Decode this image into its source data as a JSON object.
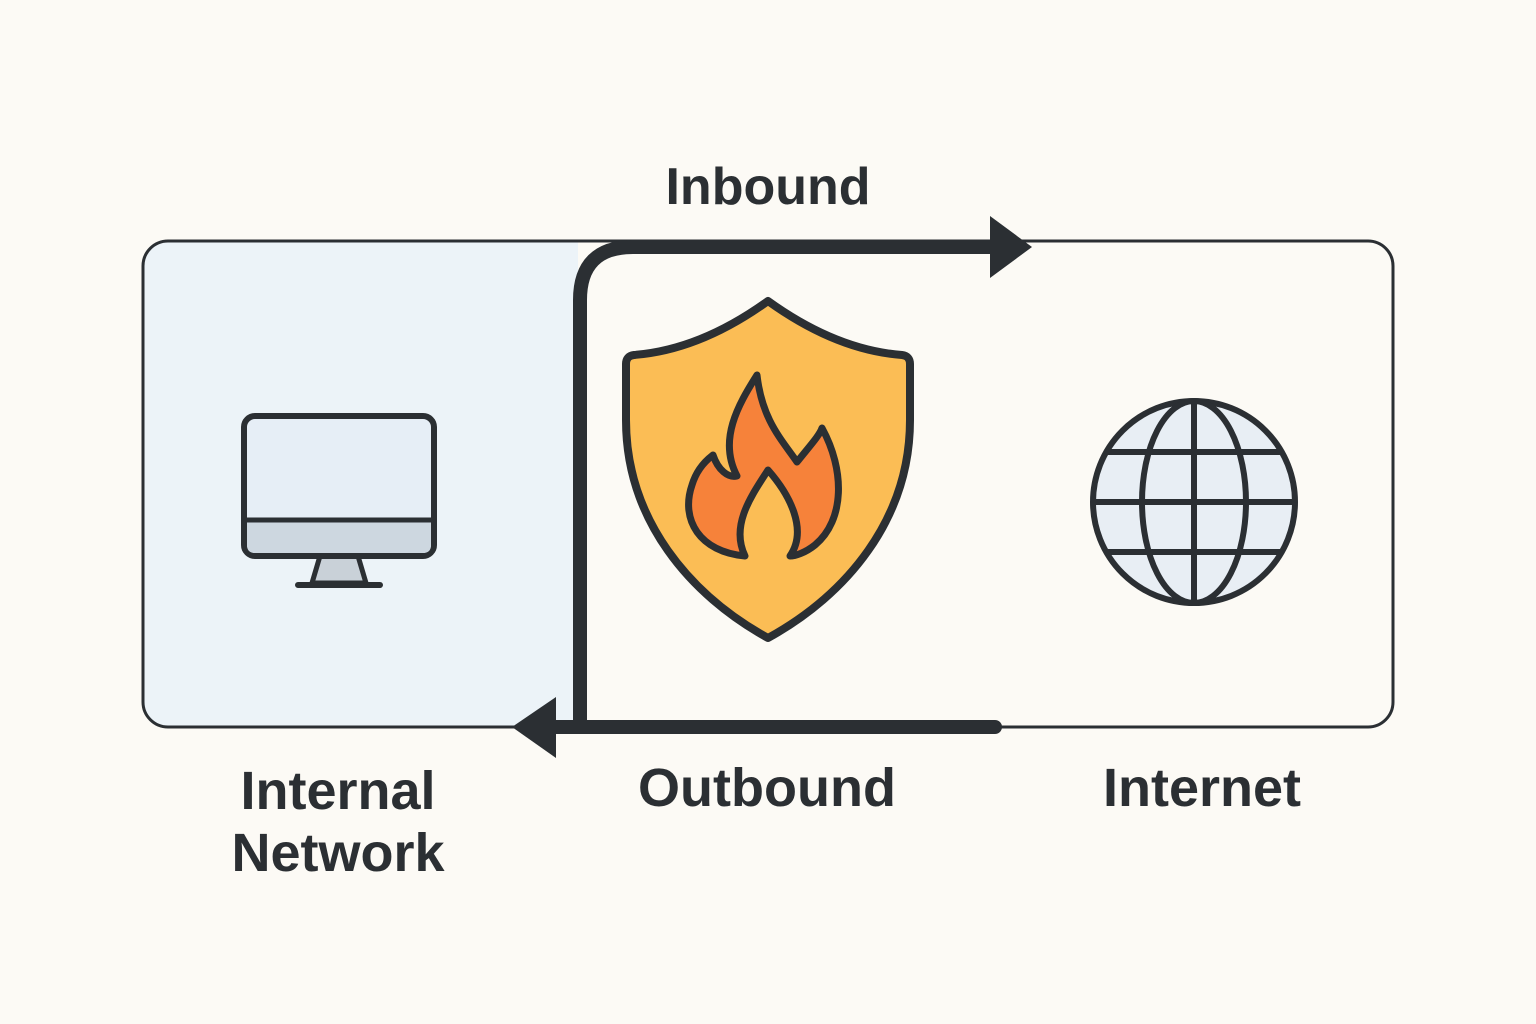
{
  "labels": {
    "inbound": "Inbound",
    "outbound": "Outbound",
    "internal_network_line1": "Internal",
    "internal_network_line2": "Network",
    "internet": "Internet"
  },
  "nodes": [
    {
      "id": "internal-network",
      "icon": "monitor-icon"
    },
    {
      "id": "firewall",
      "icon": "shield-flame-icon"
    },
    {
      "id": "internet",
      "icon": "globe-icon"
    }
  ],
  "edges": [
    {
      "from": "internal-network",
      "to": "internet",
      "label": "Inbound",
      "direction": "right"
    },
    {
      "from": "internet",
      "to": "internal-network",
      "label": "Outbound",
      "direction": "left"
    }
  ],
  "colors": {
    "background": "#fcfaf5",
    "internal_panel_fill": "#ecf3f8",
    "stroke": "#2b2f33",
    "shield_fill": "#fbbd55",
    "flame_fill": "#f6823a",
    "screen_fill": "#e6eef6",
    "globe_fill": "#e8eef4"
  }
}
